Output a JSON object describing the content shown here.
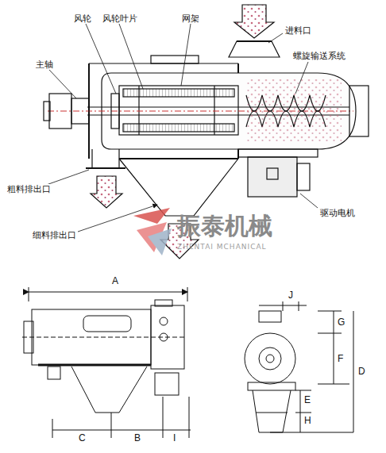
{
  "diagram": {
    "labels": [
      "风轮",
      "风轮叶片",
      "网架",
      "进料口",
      "主轴",
      "螺旋输送系统",
      "粗料排出口",
      "细料排出口",
      "驱动电机",
      "振泰机械",
      "ZHENTAI MCHANICAL",
      "A",
      "C",
      "B",
      "I",
      "J",
      "G",
      "F",
      "D",
      "E",
      "H"
    ]
  }
}
